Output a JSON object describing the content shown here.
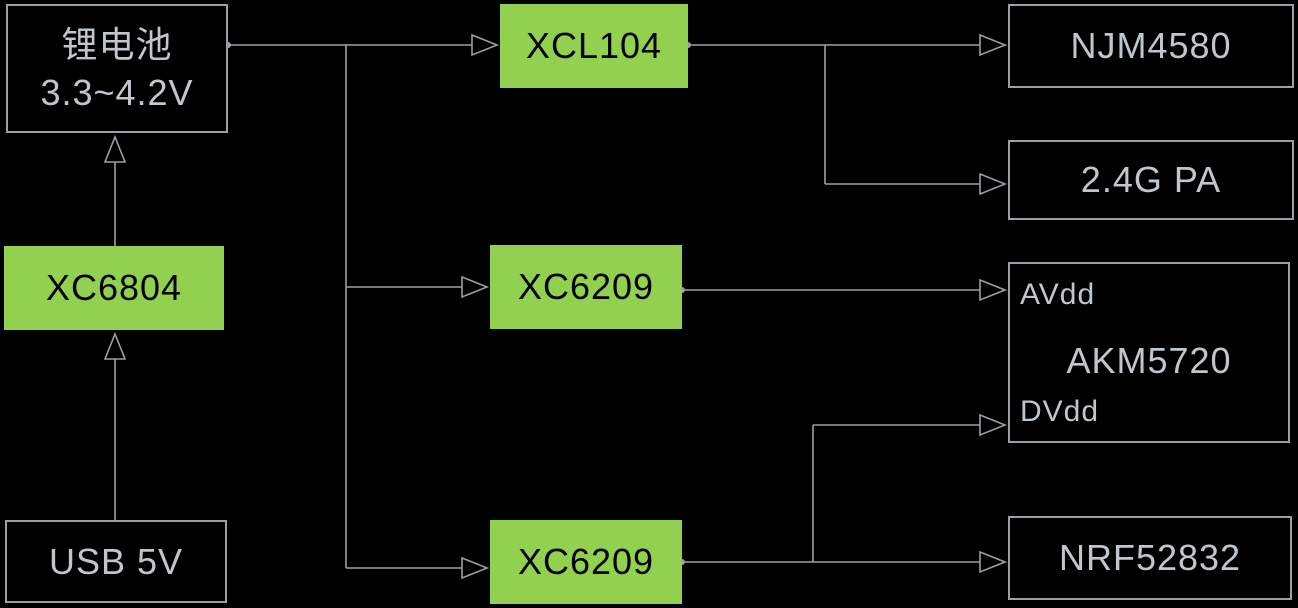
{
  "diagram": {
    "type": "power-tree-block-diagram",
    "nodes": {
      "battery": {
        "line1": "锂电池",
        "line2": "3.3~4.2V"
      },
      "xc6804": {
        "label": "XC6804"
      },
      "usb": {
        "label": "USB 5V"
      },
      "xcl104": {
        "label": "XCL104"
      },
      "xc6209_mid": {
        "label": "XC6209"
      },
      "xc6209_bot": {
        "label": "XC6209"
      },
      "njm4580": {
        "label": "NJM4580"
      },
      "pa_2g4": {
        "label": "2.4G PA"
      },
      "akm5720": {
        "label": "AKM5720",
        "pin_top": "AVdd",
        "pin_bottom": "DVdd"
      },
      "nrf52832": {
        "label": "NRF52832"
      }
    },
    "edges": [
      {
        "from": "usb",
        "to": "xc6804"
      },
      {
        "from": "xc6804",
        "to": "battery"
      },
      {
        "from": "battery",
        "to": "xcl104"
      },
      {
        "from": "battery",
        "to": "xc6209_mid"
      },
      {
        "from": "battery",
        "to": "xc6209_bot"
      },
      {
        "from": "xcl104",
        "to": "njm4580"
      },
      {
        "from": "xcl104",
        "to": "pa_2g4"
      },
      {
        "from": "xc6209_mid",
        "to": "akm5720",
        "pin": "AVdd"
      },
      {
        "from": "xc6209_bot",
        "to": "akm5720",
        "pin": "DVdd"
      },
      {
        "from": "xc6209_bot",
        "to": "nrf52832"
      }
    ],
    "colors": {
      "background": "#000000",
      "regulator_fill": "#92d050",
      "regulator_text": "#000000",
      "box_border": "#9aa0a6",
      "box_text": "#bfc6cc",
      "line": "#9aa0a6"
    }
  }
}
